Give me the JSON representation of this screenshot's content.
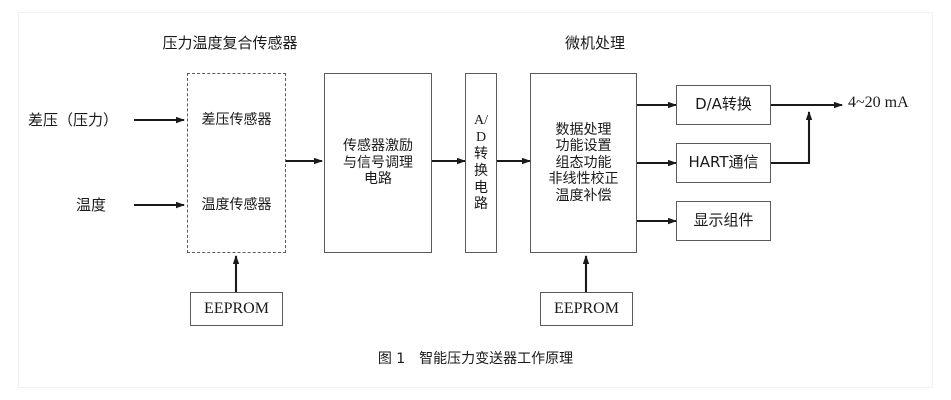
{
  "figure": {
    "caption": "图 1　智能压力变送器工作原理",
    "background_color": "#ffffff",
    "line_color": "#1a1a1a",
    "box_border_color": "#5a5a5a"
  },
  "group_titles": {
    "sensor_group": "压力温度复合传感器",
    "micro_group": "微机处理"
  },
  "inputs": {
    "differential_pressure": "差压（压力）",
    "temperature": "温度"
  },
  "blocks": {
    "dp_sensor": "差压传感器",
    "temp_sensor": "温度传感器",
    "conditioning": [
      "传感器激励",
      "与信号调理",
      "电路"
    ],
    "adc": [
      "A/",
      "D",
      "转",
      "换",
      "电",
      "路"
    ],
    "micro": [
      "数据处理",
      "功能设置",
      "组态功能",
      "非线性校正",
      "温度补偿"
    ],
    "da_convert": "D/A转换",
    "hart": "HART通信",
    "display": "显示组件",
    "eeprom_left": "EEPROM",
    "eeprom_right": "EEPROM"
  },
  "outputs": {
    "current_loop": "4~20 mA"
  }
}
